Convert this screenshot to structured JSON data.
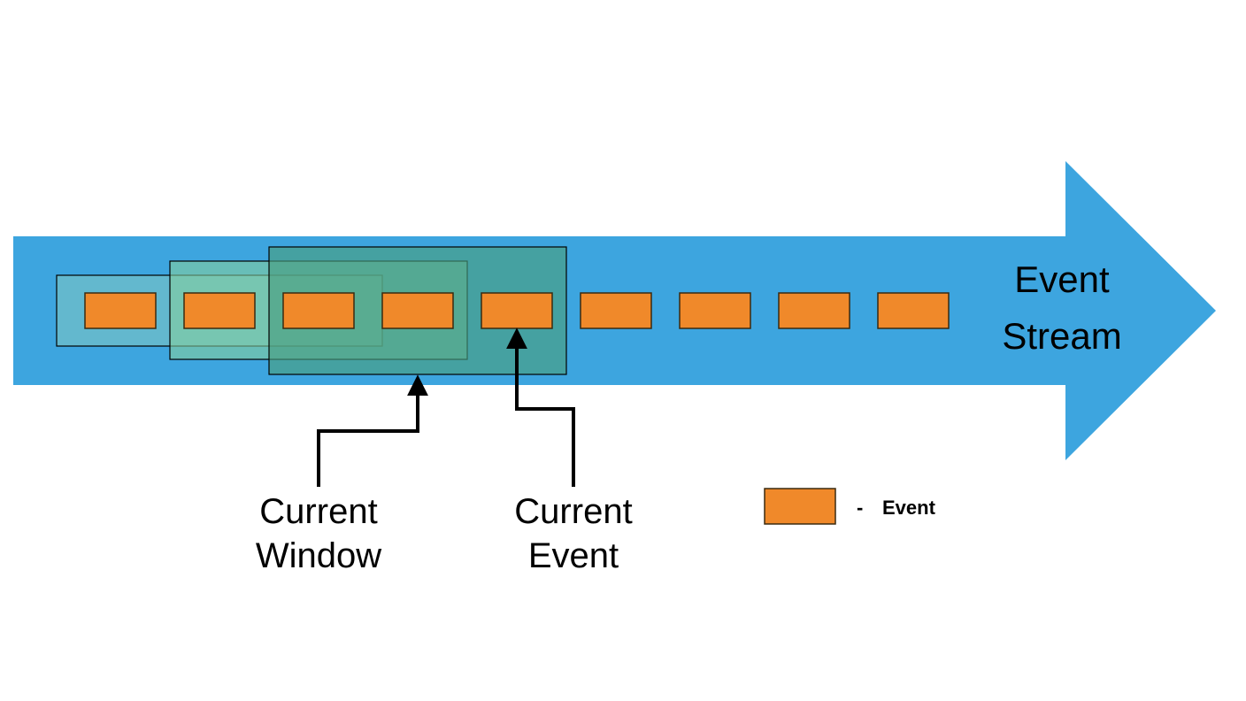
{
  "colors": {
    "stream": "#3DA5DF",
    "event_fill": "#F0892A",
    "event_stroke": "#3a2a10",
    "window_1": "#84C8C0",
    "window_2": "#86CE9E",
    "window_3": "#4A9E80",
    "line": "#000000"
  },
  "diagram": {
    "stream_label": [
      "Event",
      "Stream"
    ],
    "event_count": 9,
    "windows": [
      {
        "first_event": 1,
        "last_event": 3,
        "opacity": 0.55
      },
      {
        "first_event": 2,
        "last_event": 4,
        "opacity": 0.6
      },
      {
        "first_event": 3,
        "last_event": 5,
        "opacity": 0.65
      }
    ],
    "current_window_label": [
      "Current",
      "Window"
    ],
    "current_event_label": [
      "Current",
      "Event"
    ],
    "current_event_index": 5
  },
  "legend": {
    "dash": "-",
    "label": "Event"
  },
  "icons": {
    "stream": "arrow-right-icon",
    "pointer": "arrow-up-icon"
  }
}
